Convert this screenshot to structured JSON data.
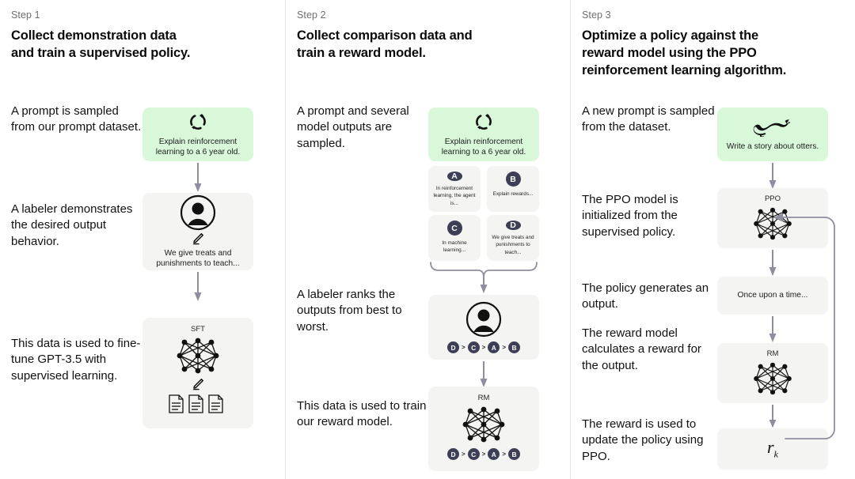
{
  "theme": {
    "green_card": "#d9f8da",
    "gray_card": "#f4f4f2",
    "badge": "#3c3f55",
    "arrow": "#8e8ea0",
    "divider": "#e6e6e6",
    "step_label": "#6f6f6f",
    "text": "#111111"
  },
  "steps": [
    {
      "label": "Step 1",
      "title": "Collect demonstration data and train a supervised policy.",
      "title_lines": [
        "Collect demonstration data",
        "and train a supervised policy."
      ],
      "descriptions": [
        "A prompt is sampled from our prompt dataset.",
        "A labeler demonstrates the desired output behavior.",
        "This data is used to fine-tune GPT-3.5 with supervised learning."
      ],
      "cards": [
        {
          "kind": "prompt-green",
          "icon": "refresh-cycle-icon",
          "text": "Explain reinforcement learning to a 6 year old."
        },
        {
          "kind": "labeler-gray",
          "icon": "person-icon",
          "sub_icon": "pencil-icon",
          "text": "We give treats and punishments to teach..."
        },
        {
          "kind": "model-gray",
          "caption": "SFT",
          "icon": "neural-network-icon",
          "sub_icon": "pencil-icon",
          "extra_icon": "documents-icon"
        }
      ]
    },
    {
      "label": "Step 2",
      "title": "Collect comparison data and train a reward model.",
      "title_lines": [
        "Collect comparison data and",
        "train a reward model."
      ],
      "descriptions": [
        "A prompt and several model outputs are sampled.",
        "A labeler ranks the outputs from best to worst.",
        "This data is used to train our reward model."
      ],
      "cards": [
        {
          "kind": "prompt-green",
          "icon": "refresh-cycle-icon",
          "text": "Explain reinforcement learning to a 6 year old."
        },
        {
          "kind": "labeler-gray",
          "icon": "person-icon",
          "ranking": [
            "D",
            "C",
            "A",
            "B"
          ]
        },
        {
          "kind": "model-gray",
          "caption": "RM",
          "icon": "neural-network-icon",
          "ranking": [
            "D",
            "C",
            "A",
            "B"
          ]
        }
      ],
      "options": [
        {
          "badge": "A",
          "text": "In reinforcement learning, the agent is..."
        },
        {
          "badge": "B",
          "text": "Explain rewards..."
        },
        {
          "badge": "C",
          "text": "In machine learning..."
        },
        {
          "badge": "D",
          "text": "We give treats and punishments to teach..."
        }
      ],
      "rank_separator": ">"
    },
    {
      "label": "Step 3",
      "title": "Optimize a policy against the reward model using the PPO reinforcement learning algorithm.",
      "title_lines": [
        "Optimize a policy against the",
        "reward model using the PPO",
        "reinforcement learning algorithm."
      ],
      "descriptions": [
        "A new prompt is sampled from the dataset.",
        "The PPO model is initialized from the supervised policy.",
        "The policy generates an output.",
        "The reward model calculates a reward for the output.",
        "The reward is used to update the policy using PPO."
      ],
      "cards": [
        {
          "kind": "prompt-green",
          "icon": "otter-icon",
          "text": "Write a story about otters."
        },
        {
          "kind": "model-gray",
          "caption": "PPO",
          "icon": "neural-network-icon"
        },
        {
          "kind": "output-gray",
          "text": "Once upon a time..."
        },
        {
          "kind": "model-gray",
          "caption": "RM",
          "icon": "neural-network-icon"
        },
        {
          "kind": "reward-gray",
          "formula": "r",
          "formula_sub": "k"
        }
      ]
    }
  ]
}
